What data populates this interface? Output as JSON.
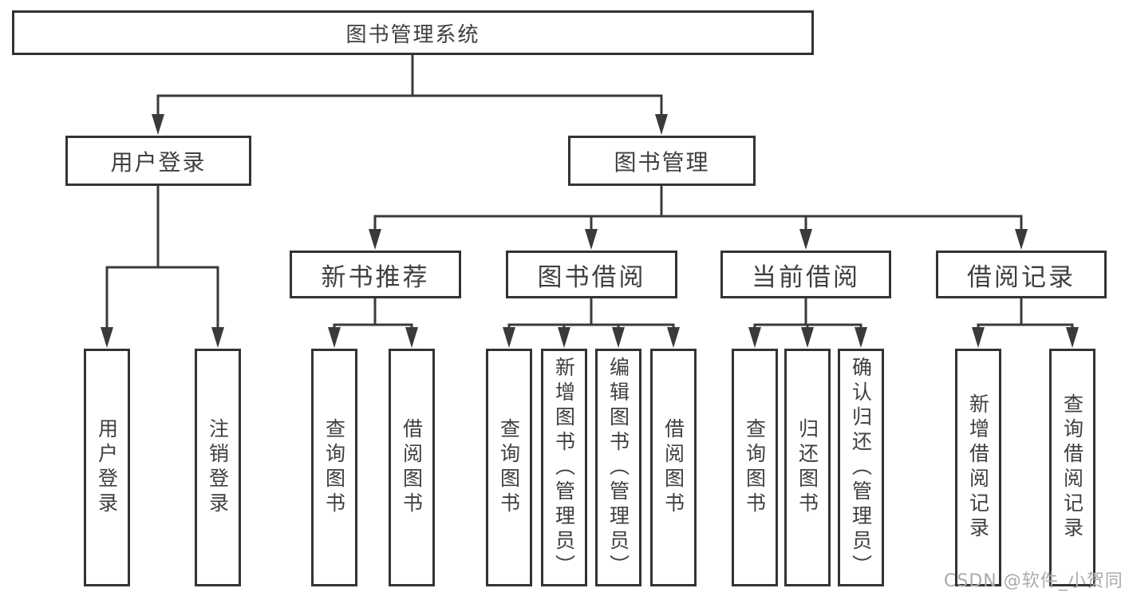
{
  "diagram": {
    "title": "图书管理系统",
    "branches": [
      {
        "label": "用户登录",
        "children": [
          "用户登录",
          "注销登录"
        ]
      },
      {
        "label": "图书管理",
        "children": [
          {
            "label": "新书推荐",
            "children": [
              "查询图书",
              "借阅图书"
            ]
          },
          {
            "label": "图书借阅",
            "children": [
              "查询图书",
              "新增图书（管理员）",
              "编辑图书（管理员）",
              "借阅图书"
            ]
          },
          {
            "label": "当前借阅",
            "children": [
              "查询图书",
              "归还图书",
              "确认归还（管理员）"
            ]
          },
          {
            "label": "借阅记录",
            "children": [
              "新增借阅记录",
              "查询借阅记录"
            ]
          }
        ]
      }
    ]
  },
  "watermark": {
    "text": "CSDN @软件_小贺同学"
  },
  "colors": {
    "line": "#3a3a3a",
    "box_border": "#333333",
    "text": "#3f3f3f",
    "watermark": "#ababab",
    "background": "#ffffff"
  }
}
